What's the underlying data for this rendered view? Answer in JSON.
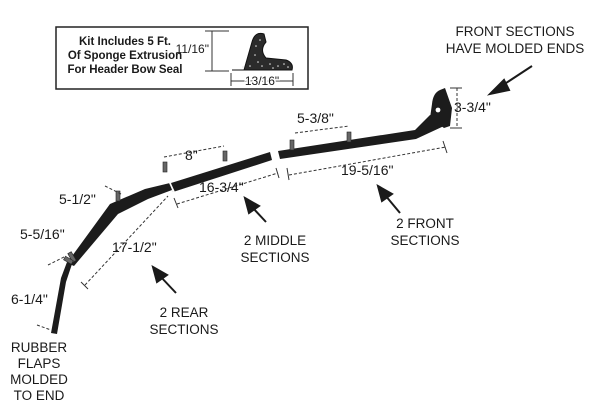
{
  "kit_box": {
    "line1": "Kit Includes 5 Ft.",
    "line2": "Of Sponge Extrusion",
    "line3": "For Header Bow Seal",
    "height_label": "11/16\"",
    "width_label": "13/16\""
  },
  "callouts": {
    "front_ends_1": "FRONT SECTIONS",
    "front_ends_2": "HAVE MOLDED ENDS",
    "front_1": "2 FRONT",
    "front_2": "SECTIONS",
    "middle_1": "2 MIDDLE",
    "middle_2": "SECTIONS",
    "rear_1": "2 REAR",
    "rear_2": "SECTIONS",
    "flaps_1": "RUBBER",
    "flaps_2": "FLAPS",
    "flaps_3": "MOLDED",
    "flaps_4": "TO END"
  },
  "dimensions": {
    "front_end": "3-3/4\"",
    "front_spacing": "5-3/8\"",
    "front_length": "19-5/16\"",
    "middle_spacing": "8\"",
    "middle_length": "16-3/4\"",
    "rear_spacing_top": "5-1/2\"",
    "rear_spacing_mid": "5-5/16\"",
    "rear_length": "17-1/2\"",
    "rear_end": "6-1/4\""
  }
}
